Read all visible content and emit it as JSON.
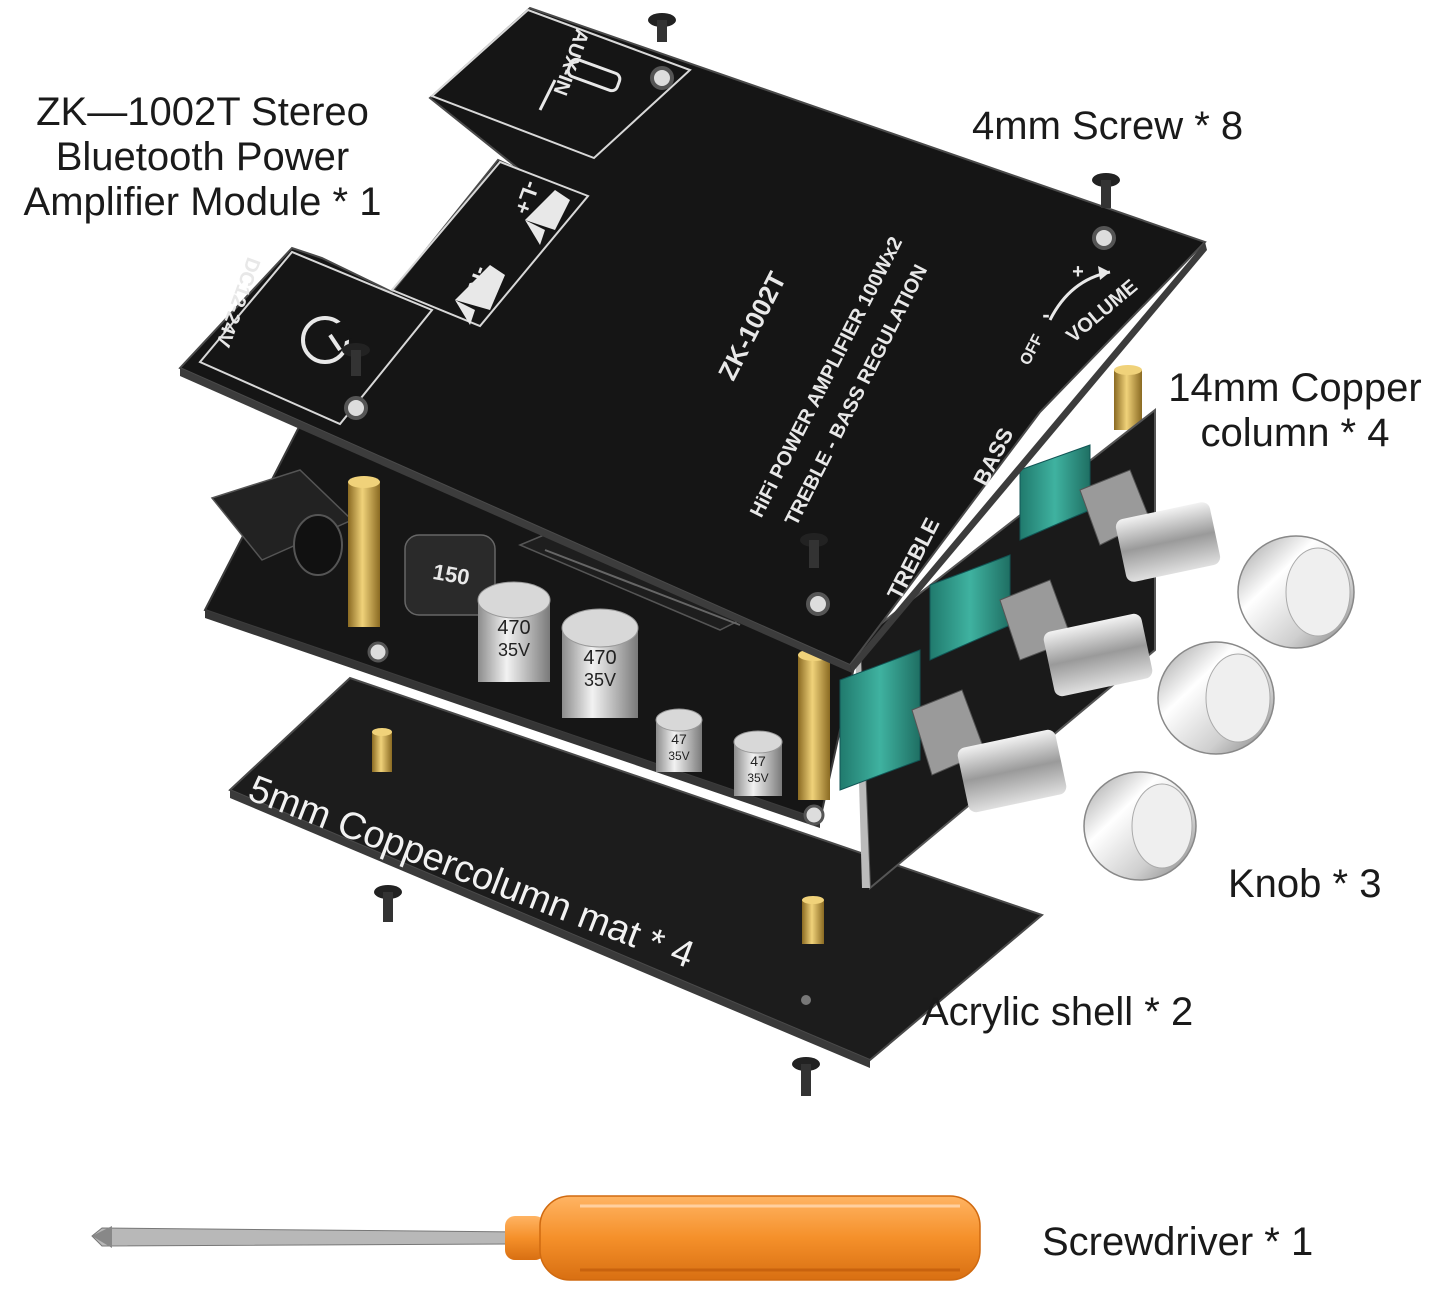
{
  "labels": {
    "module_line1": "ZK—1002T Stereo",
    "module_line2": "Bluetooth Power",
    "module_line3": "Amplifier Module * 1",
    "screw": "4mm Screw * 8",
    "copper_col_line1": "14mm Copper",
    "copper_col_line2": "column * 4",
    "knob": "Knob * 3",
    "mat": "5mm Coppercolumn mat * 4",
    "acrylic": "Acrylic shell * 2",
    "screwdriver": "Screwdriver * 1"
  },
  "board": {
    "aux_in": "AUX-IN",
    "left_ch": "-L+",
    "right_ch": "-R+",
    "dc_in": "DC12-24V",
    "model": "ZK-1002T",
    "subtitle": "HiFi POWER AMPLIFIER 100Wx2",
    "regulation": "TREBLE - BASS REGULATION",
    "bass": "BASS",
    "treble": "TREBLE",
    "off": "OFF",
    "volume": "VOLUME",
    "minus": "-",
    "plus": "+",
    "inductor": "150",
    "cap_big_1": "470",
    "cap_big_1b": "35V",
    "cap_big_2": "470",
    "cap_big_2b": "35V",
    "cap_small_1": "47",
    "cap_small_1b": "35V",
    "cap_small_2": "47",
    "cap_small_2b": "35V"
  },
  "colors": {
    "board": "#1c1c1c",
    "board_edge": "#3a3a3a",
    "silk": "#e8e8e8",
    "brass": "#c9a24a",
    "pot_green": "#2f9c8c",
    "knob_silver": "#d8d8d8",
    "handle_orange": "#f5902a",
    "shaft": "#bfbfbf"
  }
}
